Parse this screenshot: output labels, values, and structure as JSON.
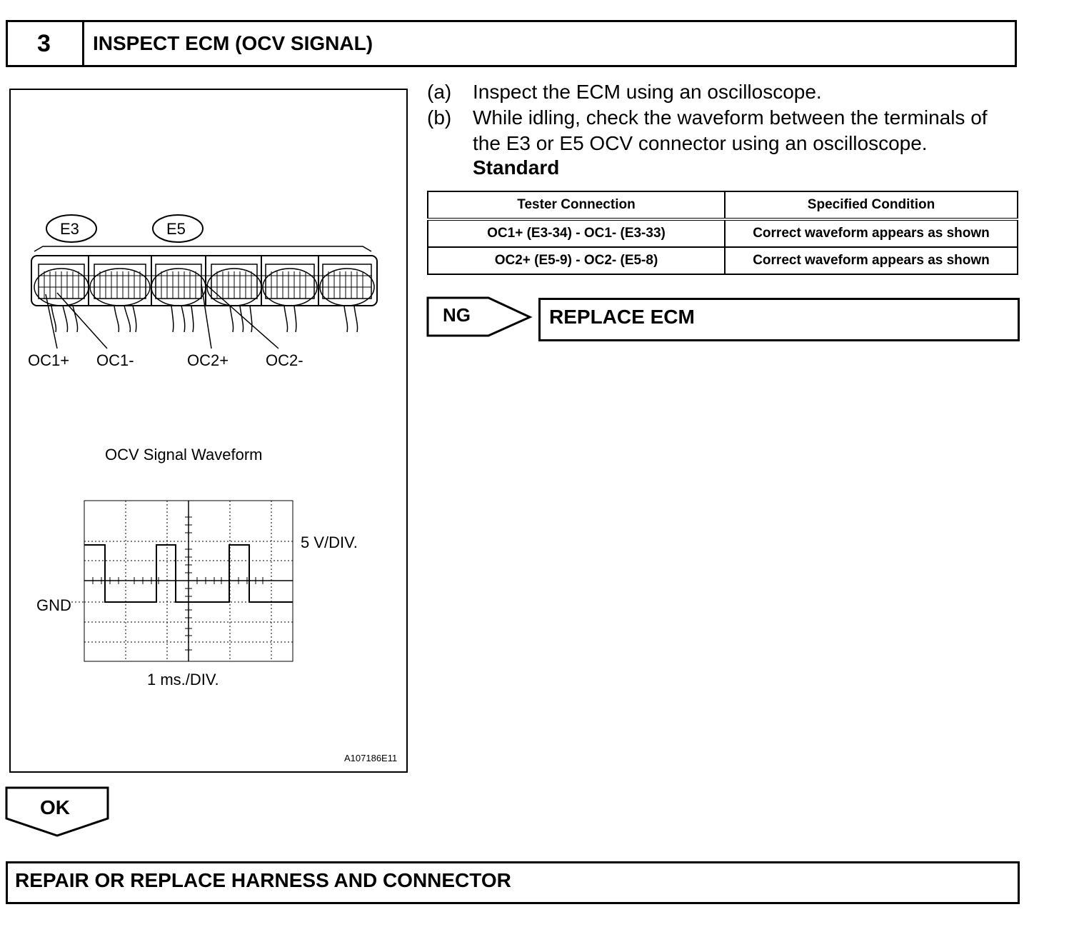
{
  "step": {
    "number": "3",
    "title": "INSPECT ECM (OCV SIGNAL)"
  },
  "figure": {
    "connectors": [
      "E3",
      "E5"
    ],
    "terminals": [
      "OC1+",
      "OC1-",
      "OC2+",
      "OC2-"
    ],
    "waveform_title": "OCV Signal Waveform",
    "volt_div": "5 V/DIV.",
    "time_div": "1 ms./DIV.",
    "gnd_label": "GND",
    "figure_code": "A107186E11"
  },
  "instructions": [
    {
      "label": "(a)",
      "text": "Inspect the ECM using an oscilloscope."
    },
    {
      "label": "(b)",
      "text": "While idling, check the waveform between the terminals of the E3 or E5 OCV connector using an oscilloscope."
    }
  ],
  "standard_label": "Standard",
  "table": {
    "headers": [
      "Tester Connection",
      "Specified Condition"
    ],
    "rows": [
      [
        "OC1+ (E3-34) - OC1- (E3-33)",
        "Correct waveform appears as shown"
      ],
      [
        "OC2+ (E5-9) - OC2- (E5-8)",
        "Correct waveform appears as shown"
      ]
    ]
  },
  "ng": {
    "label": "NG",
    "action": "REPLACE ECM"
  },
  "ok": {
    "label": "OK"
  },
  "final_action": "REPAIR OR REPLACE HARNESS AND CONNECTOR"
}
